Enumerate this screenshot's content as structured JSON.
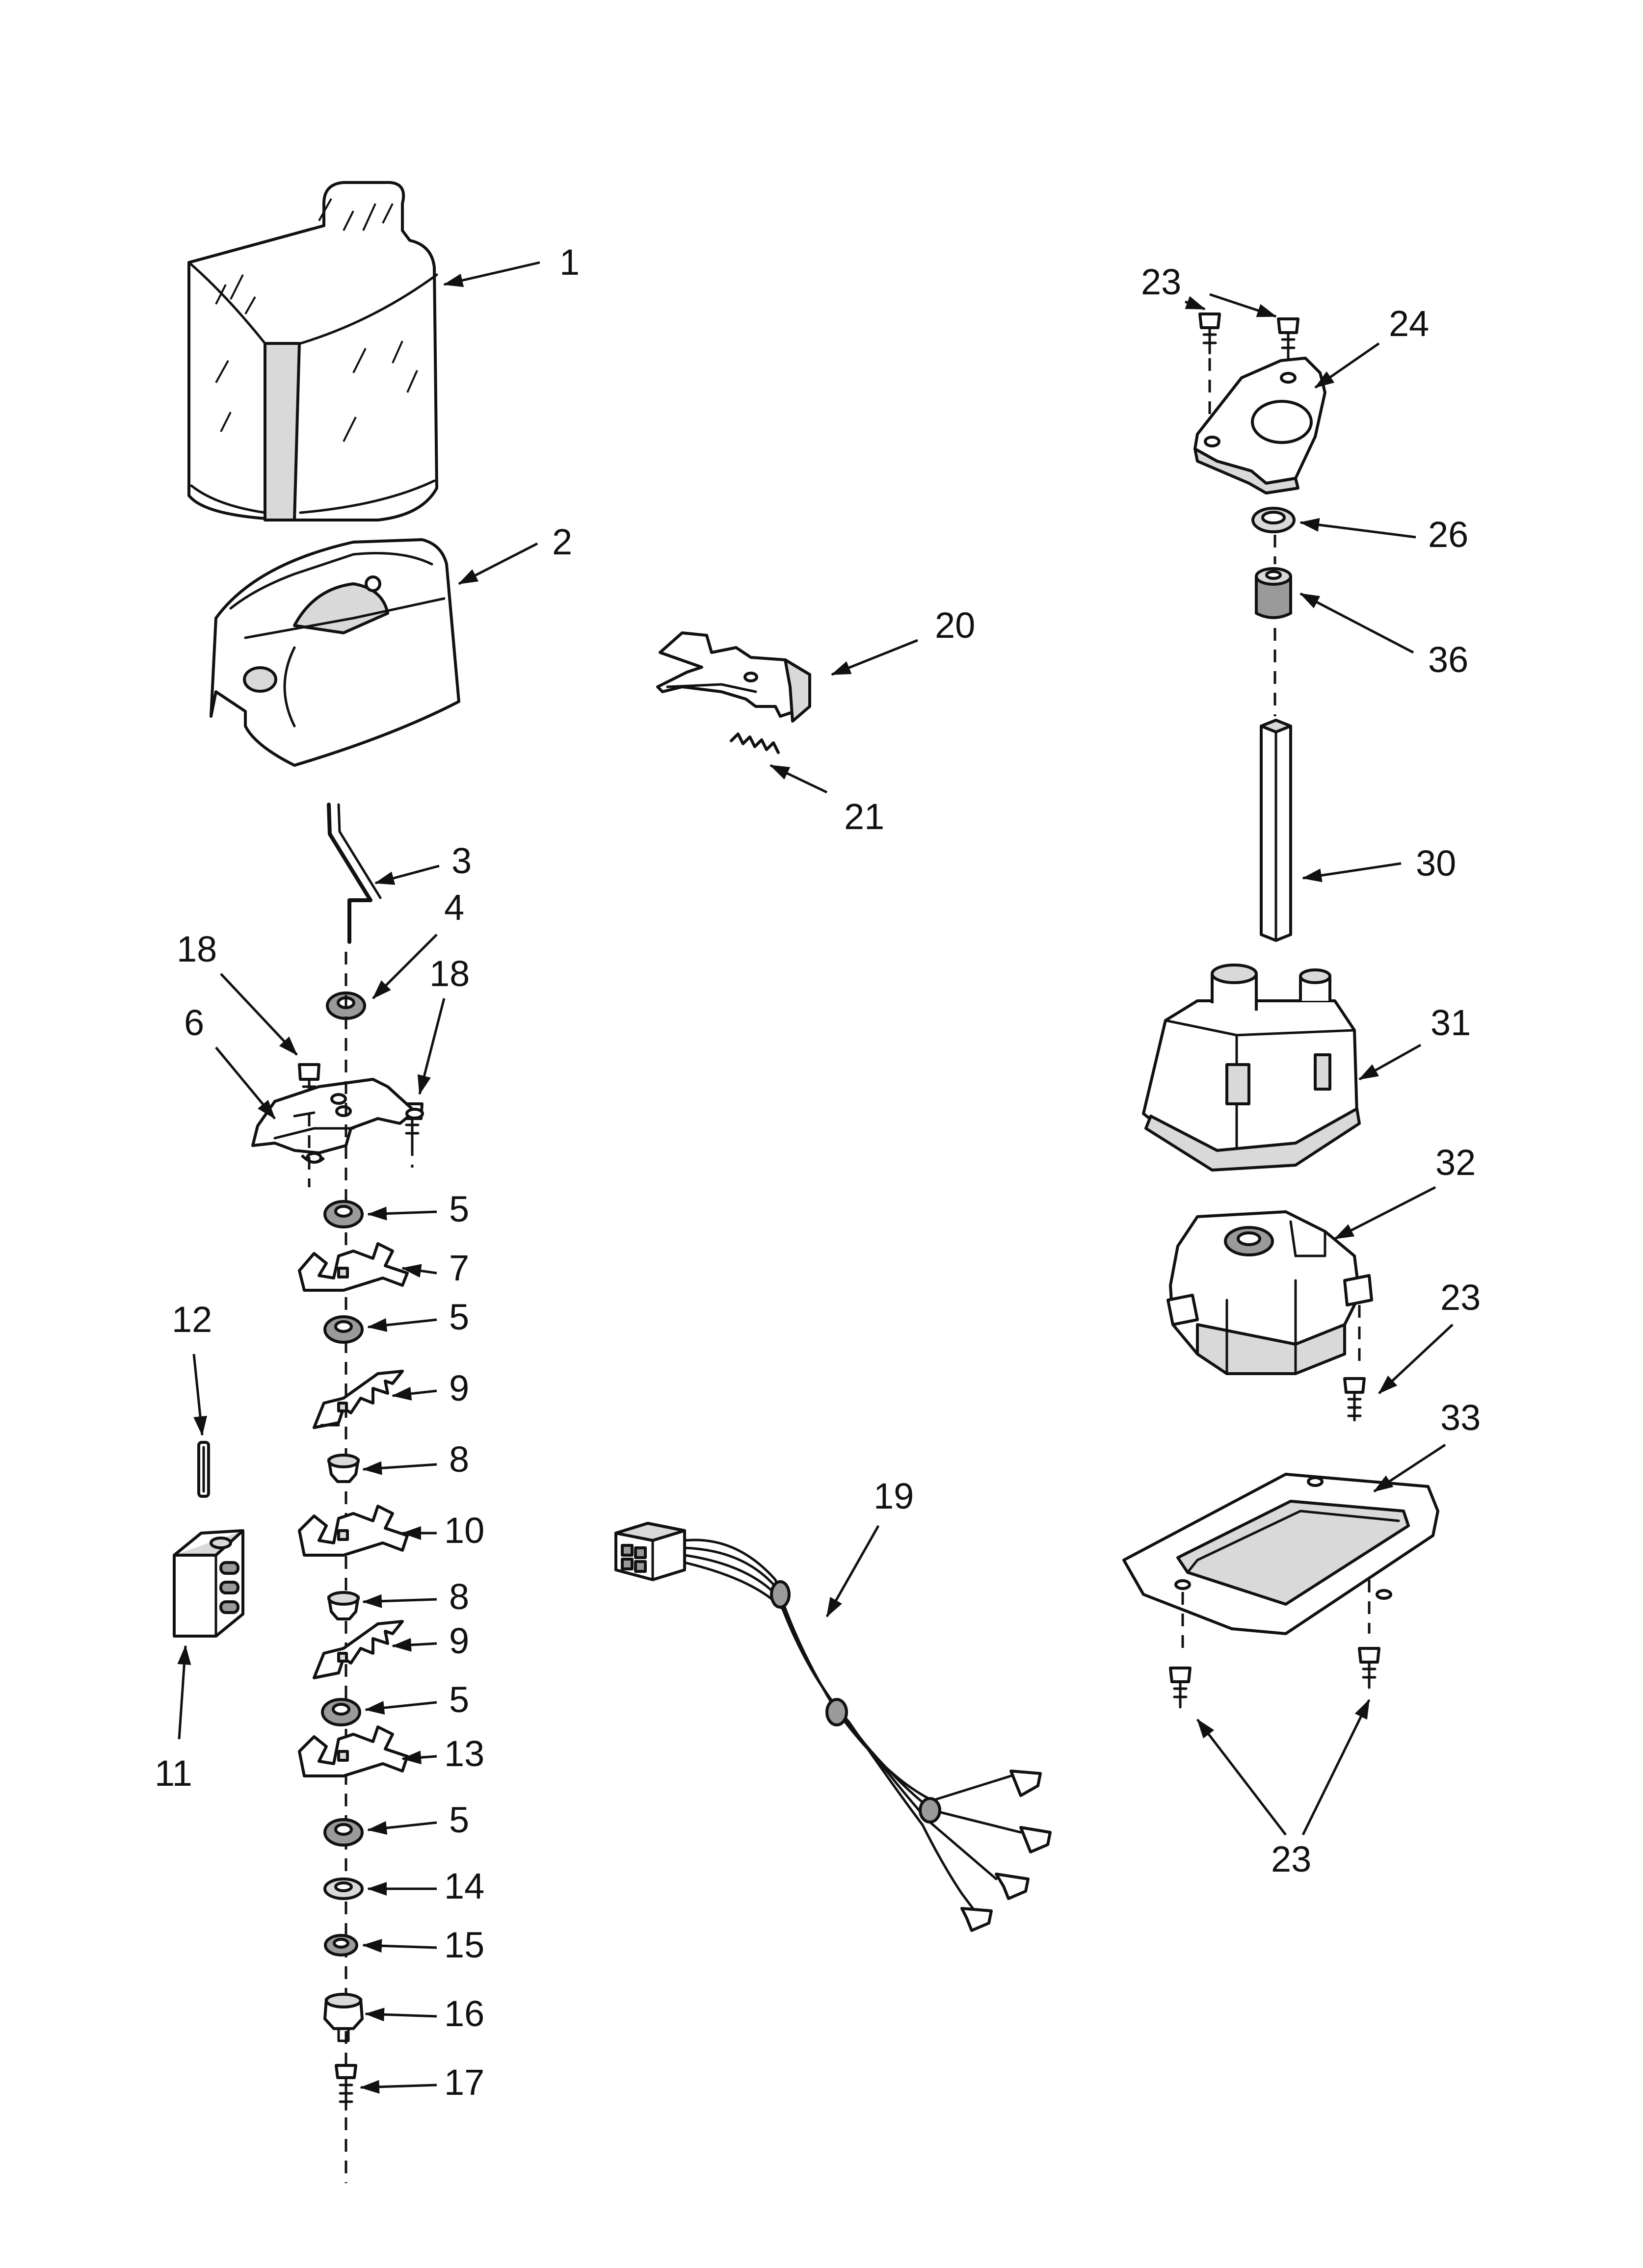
{
  "callouts": {
    "c1": "1",
    "c2": "2",
    "c3": "3",
    "c4": "4",
    "c5a": "5",
    "c5b": "5",
    "c5c": "5",
    "c5d": "5",
    "c6": "6",
    "c7": "7",
    "c8a": "8",
    "c8b": "8",
    "c9a": "9",
    "c9b": "9",
    "c10": "10",
    "c11": "11",
    "c12": "12",
    "c13": "13",
    "c14": "14",
    "c15": "15",
    "c16": "16",
    "c17": "17",
    "c18a": "18",
    "c18b": "18",
    "c19": "19",
    "c20": "20",
    "c21": "21",
    "c23a": "23",
    "c23b": "23",
    "c23c": "23",
    "c24": "24",
    "c26": "26",
    "c30": "30",
    "c31": "31",
    "c32": "32",
    "c33": "33",
    "c36": "36"
  },
  "icons": {
    "arrowhead": "arrowhead-icon"
  }
}
